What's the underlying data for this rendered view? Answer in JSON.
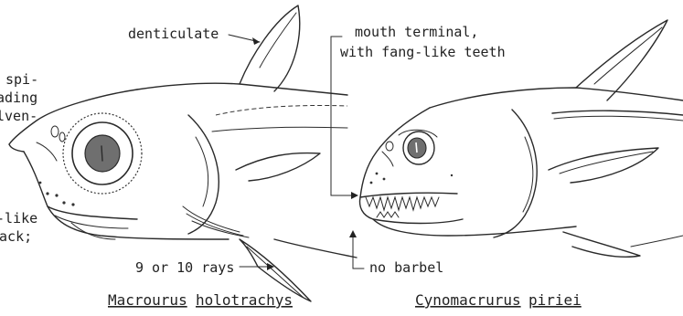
{
  "labels": {
    "denticulate": "denticulate",
    "mouth_terminal_line1": "mouth terminal,",
    "mouth_terminal_line2": "with fang-like teeth",
    "rays": "9 or 10 rays",
    "no_barbel": "no barbel",
    "cut_spi": "spi-",
    "cut_ading": "ading",
    "cut_lven": "lven-",
    "cut_like": "-like",
    "cut_lack": "lack;"
  },
  "captions": {
    "left_genus": "Macrourus",
    "left_species": "holotrachys",
    "right_genus": "Cynomacrurus",
    "right_species": "piriei"
  }
}
